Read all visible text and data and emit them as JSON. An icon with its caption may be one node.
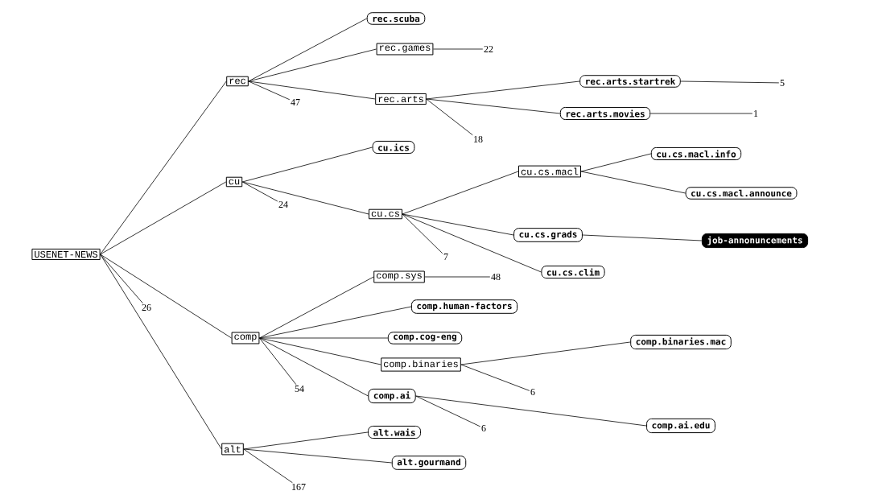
{
  "diagram": {
    "nodes": [
      {
        "text": [
          "USENET-NEWS"
        ]
      },
      {
        "text": [
          "rec"
        ]
      },
      {
        "text": [
          "rec.scuba"
        ]
      },
      {
        "text": [
          "rec.games"
        ]
      },
      {
        "text": [
          "22"
        ]
      },
      {
        "text": [
          "rec.arts"
        ]
      },
      {
        "text": [
          "47"
        ]
      },
      {
        "text": [
          "rec.arts.startrek"
        ]
      },
      {
        "text": [
          "5"
        ]
      },
      {
        "text": [
          "rec.arts.movies"
        ]
      },
      {
        "text": [
          "1"
        ]
      },
      {
        "text": [
          "18"
        ]
      },
      {
        "text": [
          "cu"
        ]
      },
      {
        "text": [
          "cu.ics"
        ]
      },
      {
        "text": [
          "cu.cs"
        ]
      },
      {
        "text": [
          "24"
        ]
      },
      {
        "text": [
          "cu.cs.macl"
        ]
      },
      {
        "text": [
          "cu.cs.macl.info"
        ]
      },
      {
        "text": [
          "cu.cs.macl.announce"
        ]
      },
      {
        "text": [
          "cu.cs.grads"
        ]
      },
      {
        "text": [
          "job-annonuncements"
        ]
      },
      {
        "text": [
          "cu.cs.clim"
        ]
      },
      {
        "text": [
          "7"
        ]
      },
      {
        "text": [
          "48"
        ]
      },
      {
        "text": [
          "comp.sys"
        ]
      },
      {
        "text": [
          "comp"
        ]
      },
      {
        "text": [
          "comp.human-factors"
        ]
      },
      {
        "text": [
          "comp.cog-eng"
        ]
      },
      {
        "text": [
          "comp.binaries"
        ]
      },
      {
        "text": [
          "comp.binaries.mac"
        ]
      },
      {
        "text": [
          "6"
        ]
      },
      {
        "text": [
          "comp.ai"
        ]
      },
      {
        "text": [
          "6"
        ]
      },
      {
        "text": [
          "comp.ai.edu"
        ]
      },
      {
        "text": [
          "54"
        ]
      },
      {
        "text": [
          "26"
        ]
      },
      {
        "text": [
          "alt"
        ]
      },
      {
        "text": [
          "alt.wais"
        ]
      },
      {
        "text": [
          "alt.gourmand"
        ]
      },
      {
        "text": [
          "167"
        ]
      }
    ],
    "edges": [
      {
        "from": 0,
        "to": 1,
        "arrow": "none"
      },
      {
        "from": 0,
        "to": 12,
        "arrow": "none"
      },
      {
        "from": 0,
        "to": 25,
        "arrow": "none"
      },
      {
        "from": 0,
        "to": 36,
        "arrow": "none"
      },
      {
        "from": 0,
        "to": 35,
        "arrow": "none"
      },
      {
        "from": 1,
        "to": 2,
        "arrow": "none"
      },
      {
        "from": 1,
        "to": 3,
        "arrow": "none"
      },
      {
        "from": 1,
        "to": 5,
        "arrow": "none"
      },
      {
        "from": 1,
        "to": 6,
        "arrow": "none"
      },
      {
        "from": 3,
        "to": 4,
        "arrow": "none"
      },
      {
        "from": 5,
        "to": 7,
        "arrow": "none"
      },
      {
        "from": 5,
        "to": 9,
        "arrow": "none"
      },
      {
        "from": 5,
        "to": 11,
        "arrow": "none"
      },
      {
        "from": 7,
        "to": 8,
        "arrow": "none"
      },
      {
        "from": 9,
        "to": 10,
        "arrow": "none"
      },
      {
        "from": 12,
        "to": 13,
        "arrow": "none"
      },
      {
        "from": 12,
        "to": 14,
        "arrow": "none"
      },
      {
        "from": 12,
        "to": 15,
        "arrow": "none"
      },
      {
        "from": 14,
        "to": 16,
        "arrow": "none"
      },
      {
        "from": 14,
        "to": 19,
        "arrow": "none"
      },
      {
        "from": 14,
        "to": 21,
        "arrow": "none"
      },
      {
        "from": 14,
        "to": 22,
        "arrow": "none"
      },
      {
        "from": 16,
        "to": 17,
        "arrow": "none"
      },
      {
        "from": 16,
        "to": 18,
        "arrow": "none"
      },
      {
        "from": 19,
        "to": 20,
        "arrow": "none"
      },
      {
        "from": 24,
        "to": 23,
        "arrow": "none"
      },
      {
        "from": 25,
        "to": 24,
        "arrow": "none"
      },
      {
        "from": 25,
        "to": 26,
        "arrow": "none"
      },
      {
        "from": 25,
        "to": 27,
        "arrow": "none"
      },
      {
        "from": 25,
        "to": 28,
        "arrow": "none"
      },
      {
        "from": 25,
        "to": 31,
        "arrow": "none"
      },
      {
        "from": 25,
        "to": 34,
        "arrow": "none"
      },
      {
        "from": 28,
        "to": 29,
        "arrow": "none"
      },
      {
        "from": 28,
        "to": 30,
        "arrow": "none"
      },
      {
        "from": 31,
        "to": 33,
        "arrow": "none"
      },
      {
        "from": 31,
        "to": 32,
        "arrow": "none"
      },
      {
        "from": 36,
        "to": 37,
        "arrow": "none"
      },
      {
        "from": 36,
        "to": 38,
        "arrow": "none"
      },
      {
        "from": 36,
        "to": 39,
        "arrow": "none"
      }
    ]
  }
}
